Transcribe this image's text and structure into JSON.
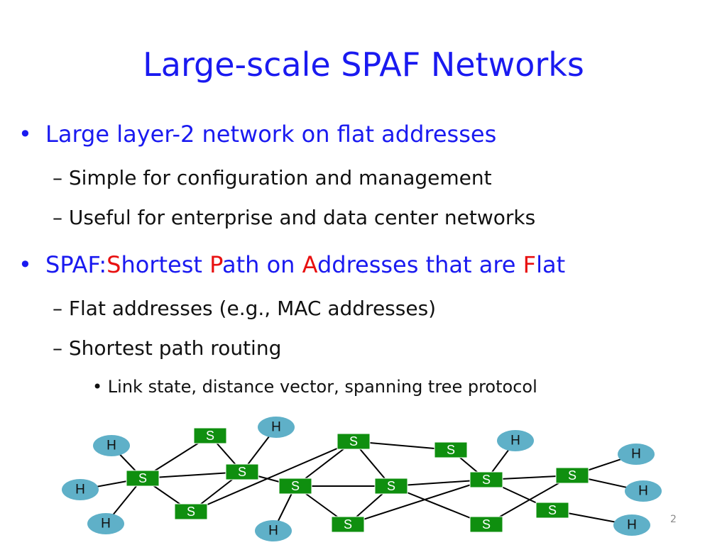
{
  "title": "Large-scale SPAF Networks",
  "bullets": {
    "b1": {
      "marker": "•",
      "text": "Large layer-2 network on flat addresses"
    },
    "b1_sub1": "– Simple for configuration and management",
    "b1_sub2": "– Useful for enterprise and data center networks",
    "b2": {
      "marker": "•",
      "prefix": "SPAF:",
      "parts": [
        {
          "letter": "S",
          "rest": "hortest "
        },
        {
          "letter": "P",
          "rest": "ath on "
        },
        {
          "letter": "A",
          "rest": "ddresses that are "
        },
        {
          "letter": "F",
          "rest": "lat"
        }
      ]
    },
    "b2_sub1": "– Flat addresses (e.g., MAC addresses)",
    "b2_sub2": "– Shortest path routing",
    "b2_sub2_sub1": "• Link state, distance vector, spanning tree protocol"
  },
  "diagram": {
    "switch_label": "S",
    "host_label": "H",
    "colors": {
      "switch_fill": "#0f8f0f",
      "switch_stroke": "#ffffff",
      "host_fill": "#5fb0c8",
      "link": "#000000"
    }
  },
  "page_number": "2"
}
